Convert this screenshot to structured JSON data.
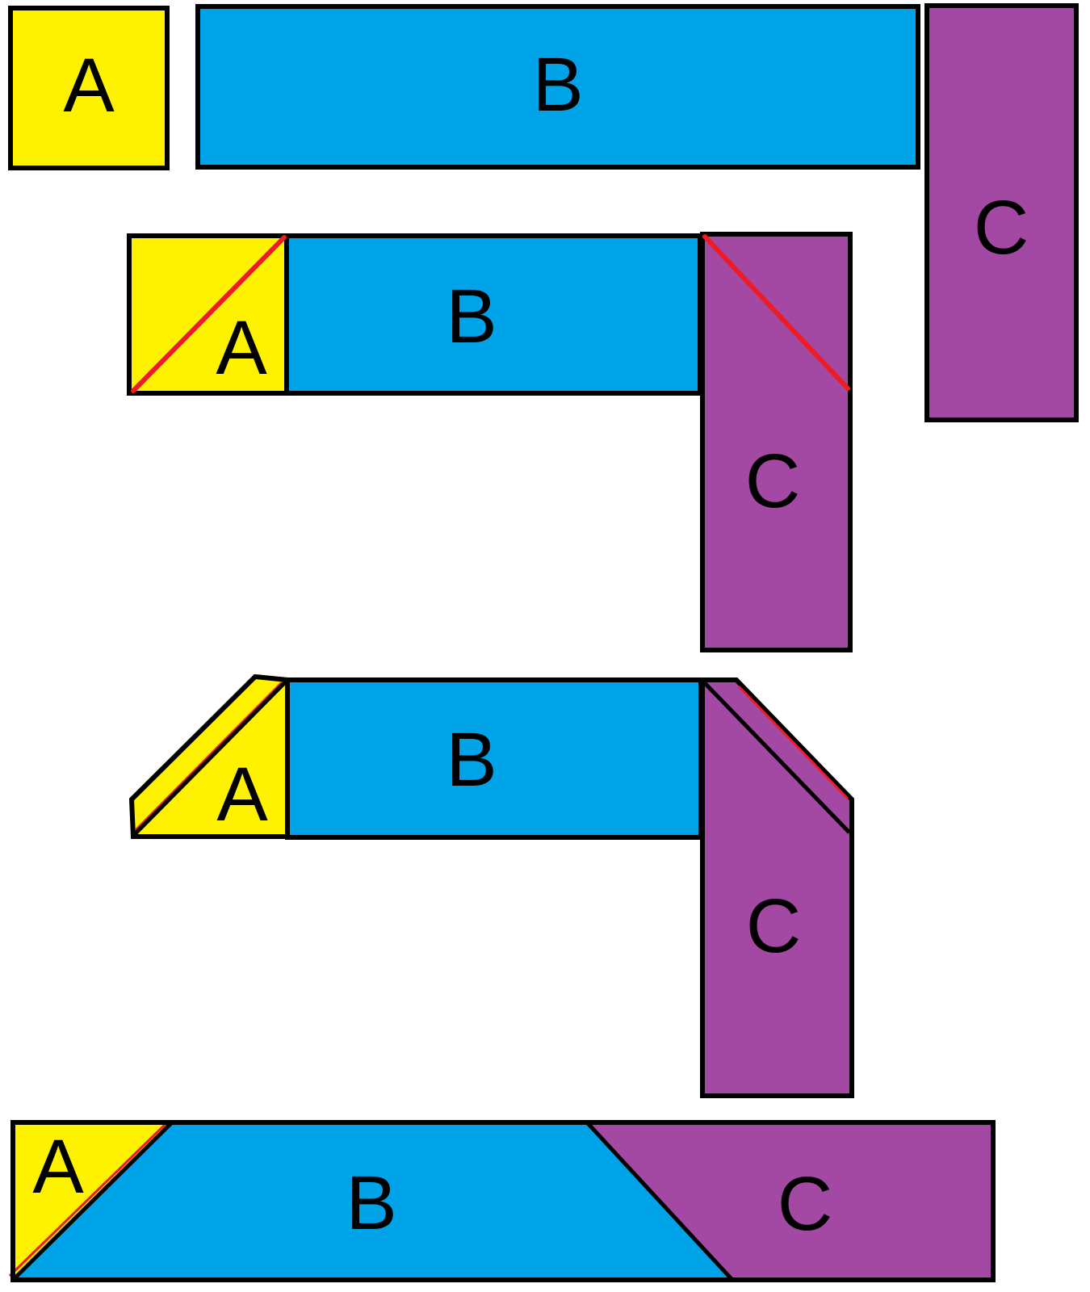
{
  "figures": {
    "step1": {
      "a": "A",
      "b": "B",
      "c": "C"
    },
    "step2": {
      "a": "A",
      "b": "B",
      "c": "C"
    },
    "step3": {
      "a": "A",
      "b": "B",
      "c": "C"
    },
    "step4": {
      "a": "A",
      "b": "B",
      "c": "C"
    }
  },
  "colors": {
    "yellow": "#FFF200",
    "blue": "#00A2E8",
    "purple": "#A349A4",
    "red": "#ED1C24",
    "outline": "#000000",
    "background": "#FFFFFF"
  }
}
